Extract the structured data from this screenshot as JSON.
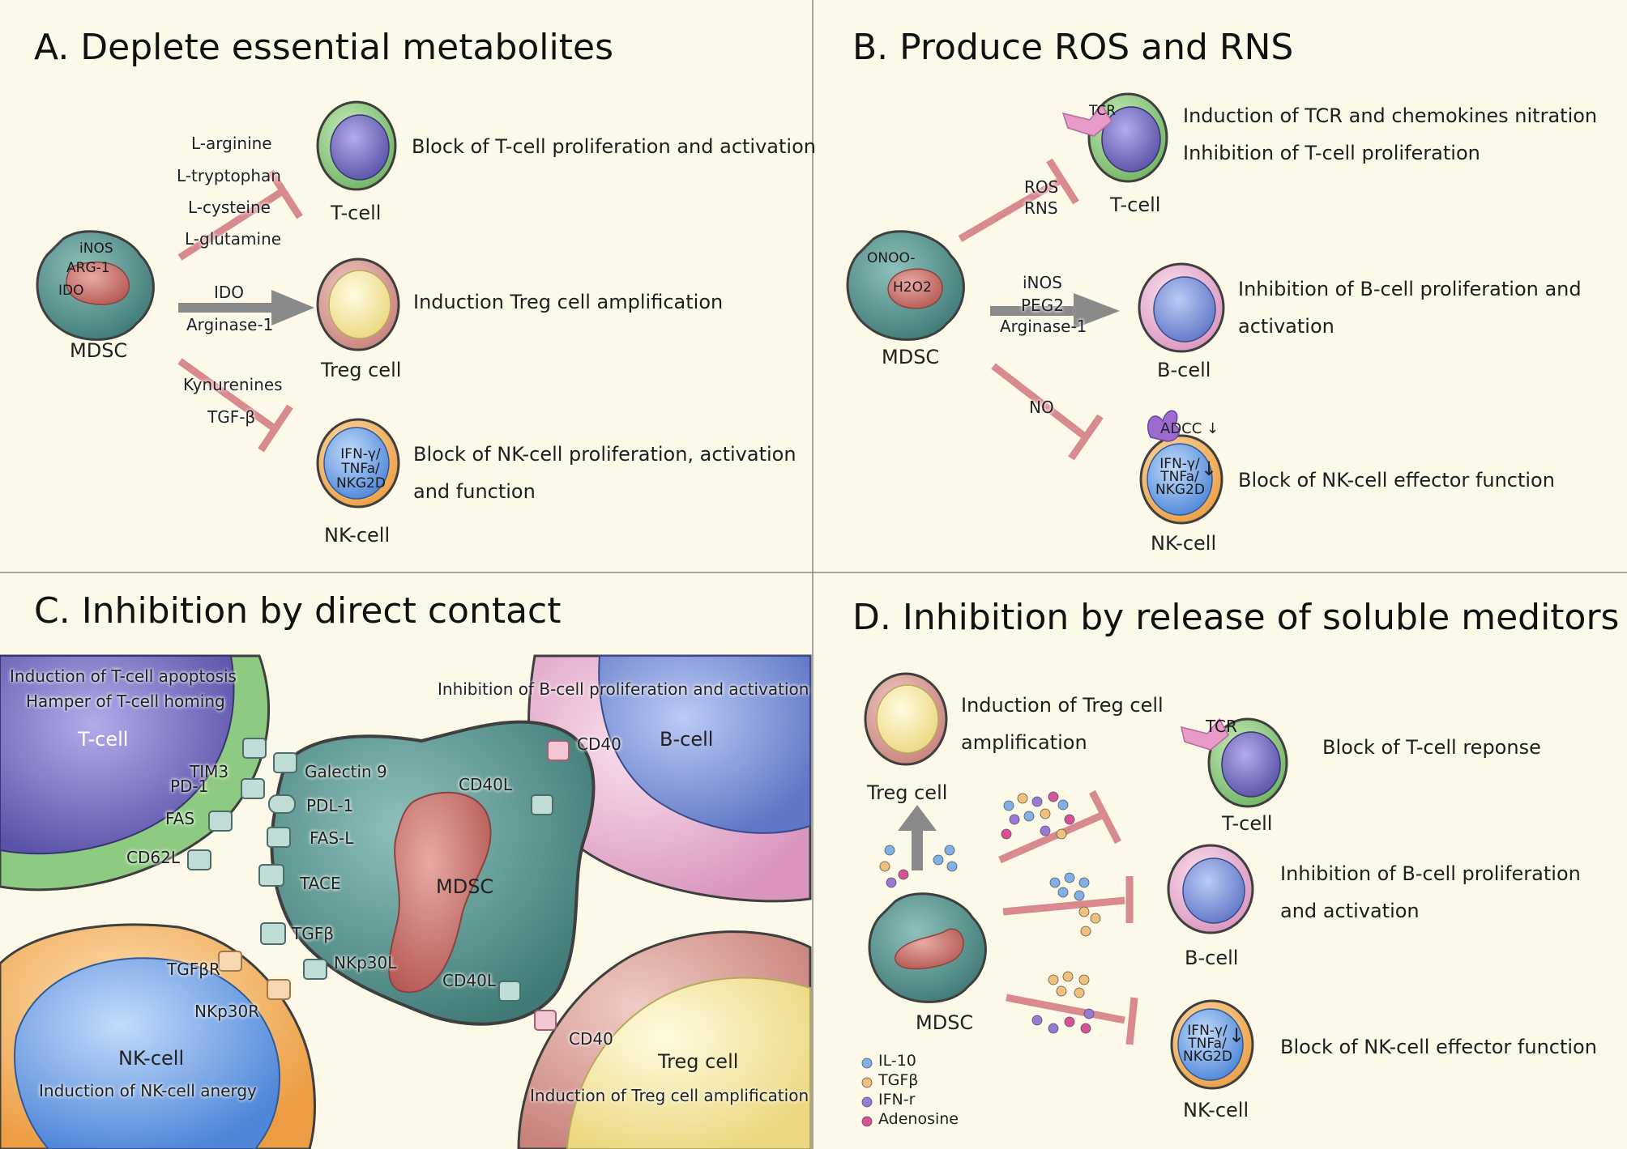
{
  "panels": {
    "a": {
      "title": "A. Deplete essential metabolites",
      "mdsc_label": "MDSC",
      "mdsc_enzymes": [
        "iNOS",
        "ARG-1",
        "IDO"
      ],
      "arrow1_labels": [
        "L-arginine",
        "L-tryptophan",
        "L-cysteine",
        "L-glutamine"
      ],
      "arrow2_labels": [
        "IDO",
        "Arginase-1"
      ],
      "arrow3_labels": [
        "Kynurenines",
        "TGF-β"
      ],
      "tcell_label": "T-cell",
      "treg_label": "Treg cell",
      "nk_label": "NK-cell",
      "nk_inner": [
        "IFN-γ/",
        "TNFa/",
        "NKG2D"
      ],
      "effect1": "Block of T-cell proliferation and activation",
      "effect2": "Induction Treg cell amplification",
      "effect3_line1": "Block of NK-cell proliferation, activation",
      "effect3_line2": "and function"
    },
    "b": {
      "title": "B. Produce ROS and RNS",
      "mdsc_label": "MDSC",
      "mdsc_inner": [
        "ONOO-",
        "H2O2"
      ],
      "arrow1_labels": [
        "ROS",
        "RNS"
      ],
      "arrow2_labels": [
        "iNOS",
        "PEG2",
        "Arginase-1"
      ],
      "arrow3_label": "NO",
      "tcr_label": "TCR",
      "adcc_label": "ADCC",
      "tcell_label": "T-cell",
      "bcell_label": "B-cell",
      "nk_label": "NK-cell",
      "nk_inner": [
        "IFN-γ/",
        "TNFa/",
        "NKG2D"
      ],
      "effect1_line1": "Induction of TCR and chemokines nitration",
      "effect1_line2": "Inhibition of T-cell proliferation",
      "effect2_line1": "Inhibition of B-cell proliferation and",
      "effect2_line2": "activation",
      "effect3": "Block of NK-cell effector function"
    },
    "c": {
      "title": "C. Inhibition by direct contact",
      "tcell_effect_line1": "Induction of T-cell apoptosis",
      "tcell_effect_line2": "Hamper of T-cell homing",
      "tcell_label": "T-cell",
      "tcell_receptors": [
        "TIM3",
        "PD-1",
        "FAS",
        "CD62L"
      ],
      "mdsc_ligands": [
        "Galectin 9",
        "PDL-1",
        "FAS-L",
        "TACE",
        "TGFβ",
        "NKp30L"
      ],
      "mdsc_label": "MDSC",
      "cd40l_top": "CD40L",
      "cd40l_bottom": "CD40L",
      "bcell_effect": "Inhibition of B-cell proliferation and activation",
      "bcell_label": "B-cell",
      "bcell_receptor": "CD40",
      "nk_receptors": [
        "TGFβR",
        "NKp30R"
      ],
      "nk_label": "NK-cell",
      "nk_effect": "Induction of NK-cell anergy",
      "treg_receptor": "CD40",
      "treg_label": "Treg cell",
      "treg_effect": "Induction of Treg cell amplification"
    },
    "d": {
      "title": "D. Inhibition by release of soluble meditors",
      "treg_label": "Treg cell",
      "treg_effect_line1": "Induction of Treg cell",
      "treg_effect_line2": "amplification",
      "tcr_label": "TCR",
      "tcell_label": "T-cell",
      "tcell_effect": "Block of T-cell reponse",
      "bcell_label": "B-cell",
      "bcell_effect_line1": "Inhibition of B-cell proliferation",
      "bcell_effect_line2": "and activation",
      "nk_label": "NK-cell",
      "nk_inner": [
        "IFN-γ/",
        "TNFa/",
        "NKG2D"
      ],
      "nk_effect": "Block of NK-cell effector function",
      "mdsc_label": "MDSC",
      "legend": [
        {
          "label": "IL-10",
          "color": "#7fb0e8"
        },
        {
          "label": "TGFβ",
          "color": "#f2c07a"
        },
        {
          "label": "IFN-r",
          "color": "#9a78d6"
        },
        {
          "label": "Adenosine",
          "color": "#d8509a"
        }
      ]
    }
  },
  "colors": {
    "background": "#fcf9e8",
    "mdsc": "#4f8c88",
    "mdsc_nucleus": "#c8716c",
    "inhibit_line": "#d98a8f",
    "arrow_gray": "#858585",
    "tcell_outer": "#8ecb82",
    "tcell_nucleus": "#7a72c2",
    "treg_outer": "#d69a93",
    "treg_nucleus": "#f3e39e",
    "nk_outer": "#f3b25e",
    "nk_nucleus": "#6ea2e6",
    "bcell_outer": "#e9b6d3",
    "bcell_nucleus": "#7f97da"
  }
}
